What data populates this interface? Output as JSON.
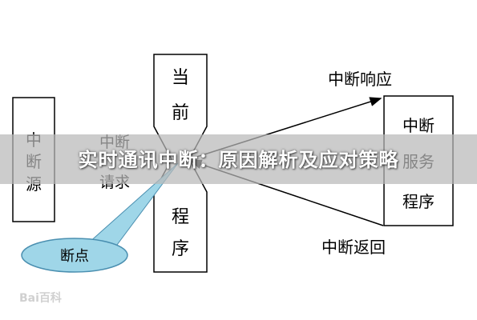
{
  "diagram": {
    "source_box": [
      "中",
      "断",
      "源"
    ],
    "request_label": [
      "中断",
      "请求"
    ],
    "center_top": [
      "当",
      "前"
    ],
    "center_bottom": [
      "程",
      "序"
    ],
    "breakpoint_label": "断点",
    "response_label": "中断响应",
    "return_label": "中断返回",
    "handler_box": [
      "中断",
      "服务",
      "程序"
    ]
  },
  "banner": {
    "title": "实时通讯中断：原因解析及应对策略"
  },
  "watermark": {
    "text": "Bai百科"
  },
  "colors": {
    "line": "#000000",
    "ellipse_fill": "#9fd6e8",
    "ellipse_stroke": "#4a8fb0",
    "banner": "#b9b9b9"
  }
}
